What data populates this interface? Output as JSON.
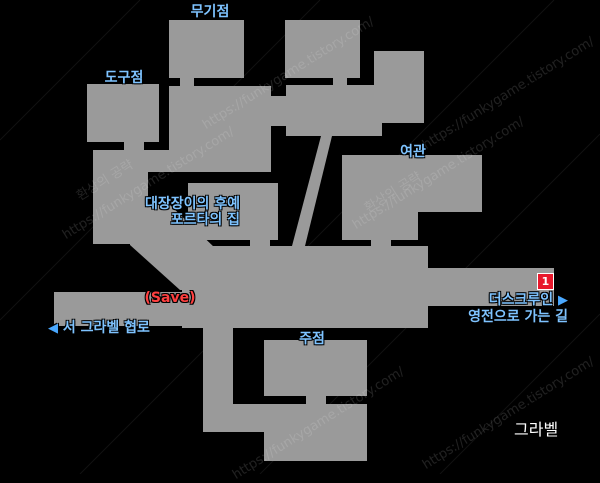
{
  "map": {
    "region_name": "그라벨",
    "room_color": "#9a9a9a",
    "background_color": "#000000",
    "labels": {
      "weapon_shop": "무기점",
      "item_shop": "도구점",
      "inn": "여관",
      "craftsman_line1": "대장장이의 후예",
      "craftsman_line2": "포르타의 집",
      "save": "(Save)",
      "tavern": "주점",
      "exit_east_line1": "더스크루인",
      "exit_east_line2": "영전으로 가는 길",
      "exit_west": "서 그라벨 협로"
    },
    "marker": "1",
    "watermark_text": "환상의 공략",
    "watermark_url": "https://funkygame.tistory.com/"
  }
}
